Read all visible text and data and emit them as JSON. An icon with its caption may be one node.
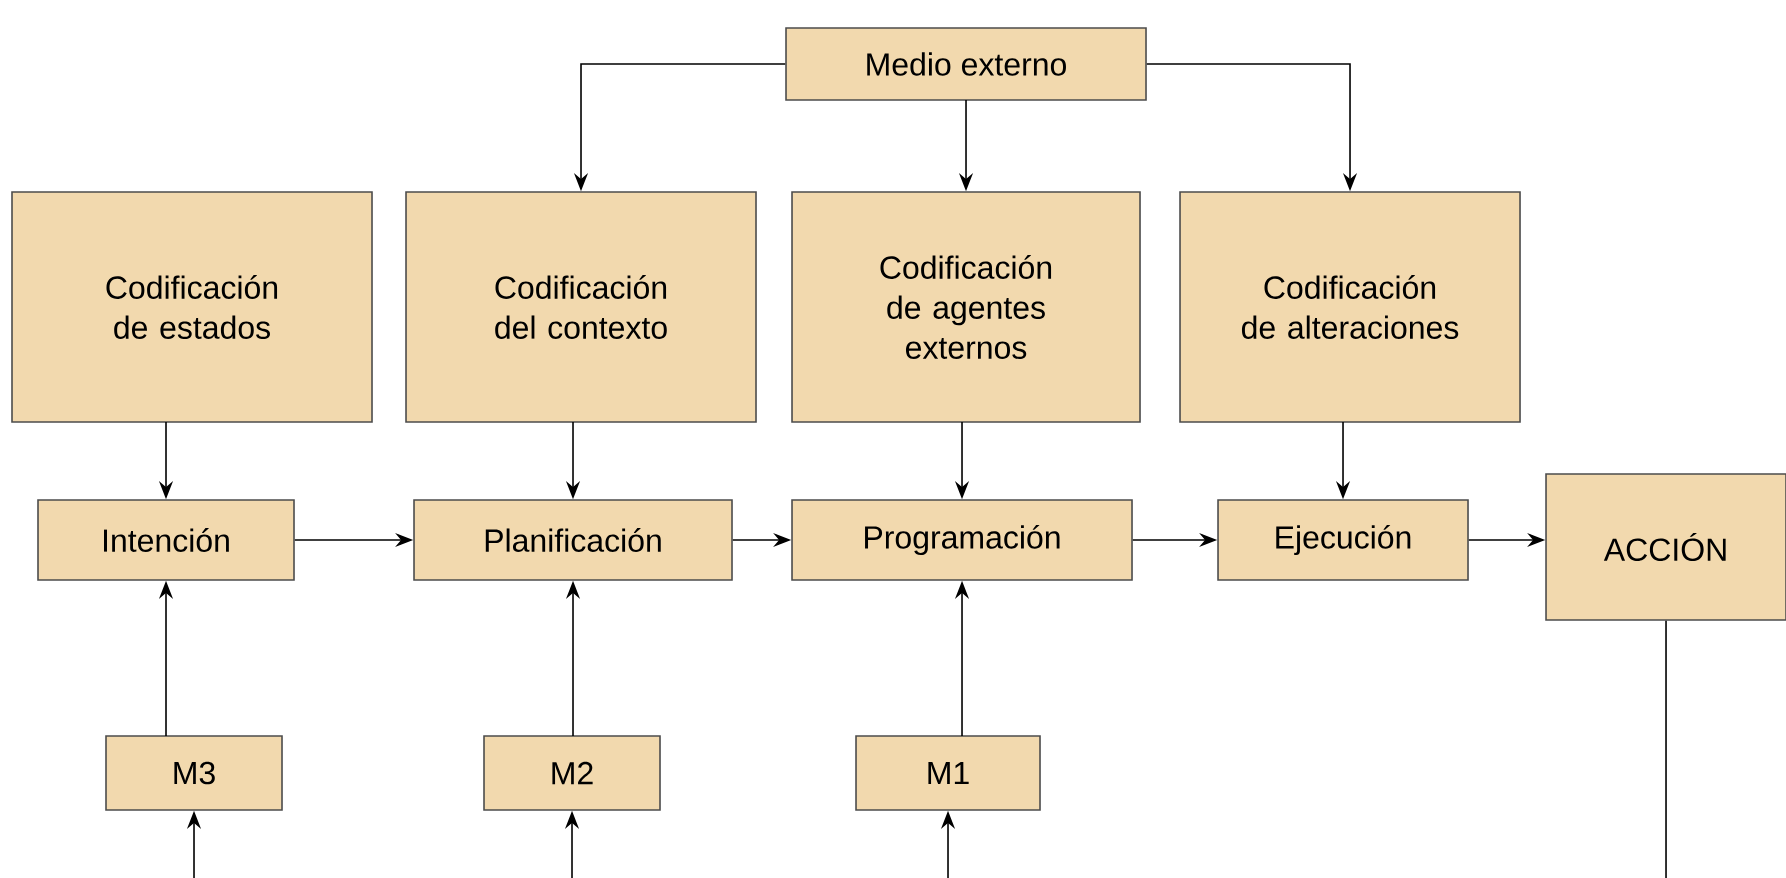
{
  "diagram": {
    "nodes": [
      {
        "text": [
          "Medio externo"
        ]
      },
      {
        "text": [
          "Codificación de estados"
        ]
      },
      {
        "text": [
          "Codificación del contexto"
        ]
      },
      {
        "text": [
          "Codificación de agentes externos"
        ]
      },
      {
        "text": [
          "Codificación de alteraciones"
        ]
      },
      {
        "text": [
          "Intención"
        ]
      },
      {
        "text": [
          "Planificación"
        ]
      },
      {
        "text": [
          "Programación"
        ]
      },
      {
        "text": [
          "Ejecución"
        ]
      },
      {
        "text": [
          "ACCIÓN"
        ]
      },
      {
        "text": [
          "M3"
        ]
      },
      {
        "text": [
          "M2"
        ]
      },
      {
        "text": [
          "M1"
        ]
      }
    ],
    "edges": [
      {
        "from": 0,
        "to": 2,
        "arrow": "to"
      },
      {
        "from": 0,
        "to": 3,
        "arrow": "to"
      },
      {
        "from": 0,
        "to": 4,
        "arrow": "to"
      },
      {
        "from": 1,
        "to": 5,
        "arrow": "to"
      },
      {
        "from": 2,
        "to": 6,
        "arrow": "to"
      },
      {
        "from": 3,
        "to": 7,
        "arrow": "to"
      },
      {
        "from": 4,
        "to": 8,
        "arrow": "to"
      },
      {
        "from": 5,
        "to": 6,
        "arrow": "to"
      },
      {
        "from": 6,
        "to": 7,
        "arrow": "to"
      },
      {
        "from": 7,
        "to": 8,
        "arrow": "to"
      },
      {
        "from": 8,
        "to": 9,
        "arrow": "to"
      },
      {
        "from": 10,
        "to": 5,
        "arrow": "to"
      },
      {
        "from": 11,
        "to": 6,
        "arrow": "to"
      },
      {
        "from": 12,
        "to": 7,
        "arrow": "to"
      },
      {
        "from": null,
        "to": 10,
        "arrow": "to"
      },
      {
        "from": null,
        "to": 11,
        "arrow": "to"
      },
      {
        "from": null,
        "to": 12,
        "arrow": "to"
      },
      {
        "from": 9,
        "to": null,
        "arrow": "none"
      }
    ]
  }
}
